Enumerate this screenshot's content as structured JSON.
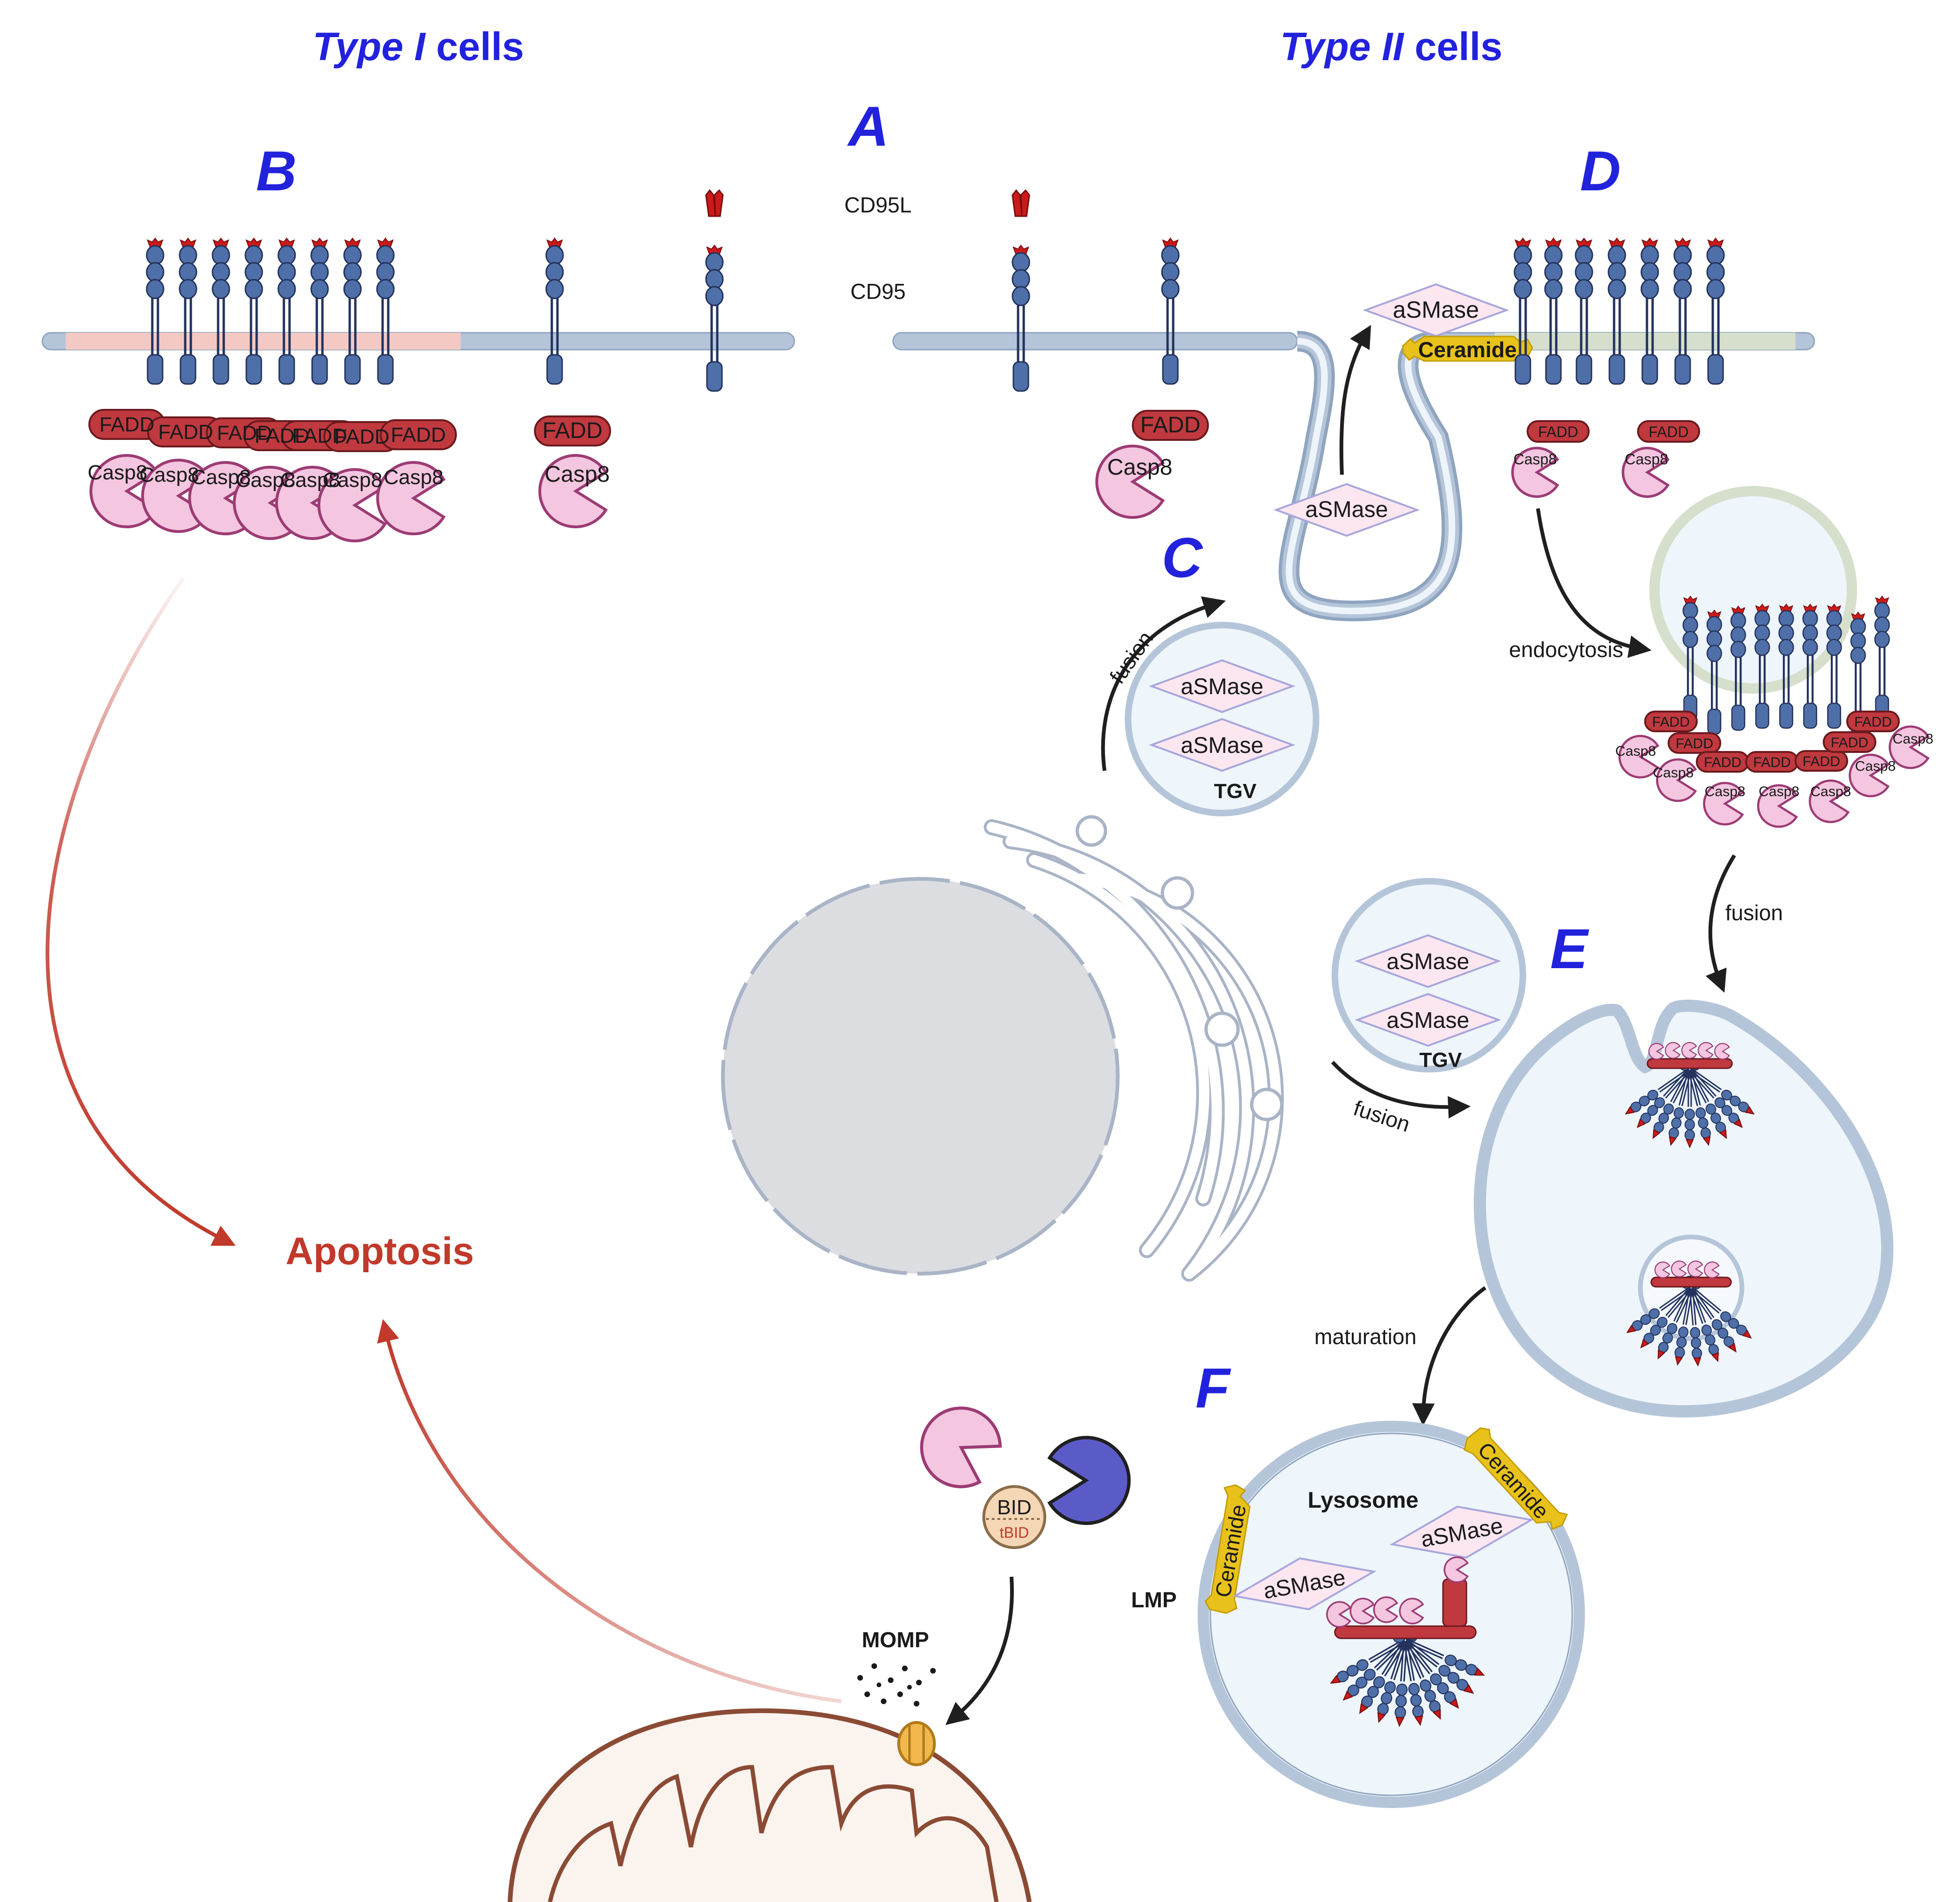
{
  "headings": {
    "type1_italic": "Type I",
    "type1_rest": " cells",
    "type2_italic": "Type II",
    "type2_rest": " cells"
  },
  "panels": {
    "A": "A",
    "B": "B",
    "C": "C",
    "D": "D",
    "E": "E",
    "F": "F"
  },
  "molecules": {
    "ligand": "CD95L",
    "receptor": "CD95",
    "adaptor": "FADD",
    "caspase": "Casp8",
    "enzyme": "aSMase",
    "lipid": "Ceramide",
    "bid": "BID",
    "tbid": "tBID"
  },
  "compartments": {
    "vesicle": "TGV",
    "lysosome": "Lysosome"
  },
  "processes": {
    "fusion": "fusion",
    "endocytosis": "endocytosis",
    "maturation": "maturation",
    "lmp": "LMP",
    "momp": "MOMP"
  },
  "outcome": {
    "label": "Apoptosis"
  },
  "colors": {
    "panel_label": "#2222dd",
    "apoptosis": "#c0392b",
    "receptor": "#4f6fa8",
    "receptor_dark": "#23335e",
    "ligand": "#cc1a1a",
    "fadd": "#c0393f",
    "casp8": "#f4c6e0",
    "casp8_stroke": "#9c3b74",
    "membrane": "#b5c5d9",
    "ceramide": "#e8c21a",
    "enzyme_fill": "#fce6f0",
    "enzyme_stroke": "#a7a6dc",
    "nucleus": "#dcdde1",
    "mitochondrion": "#8a4a34",
    "active_caspase": "#5b5bc8"
  }
}
